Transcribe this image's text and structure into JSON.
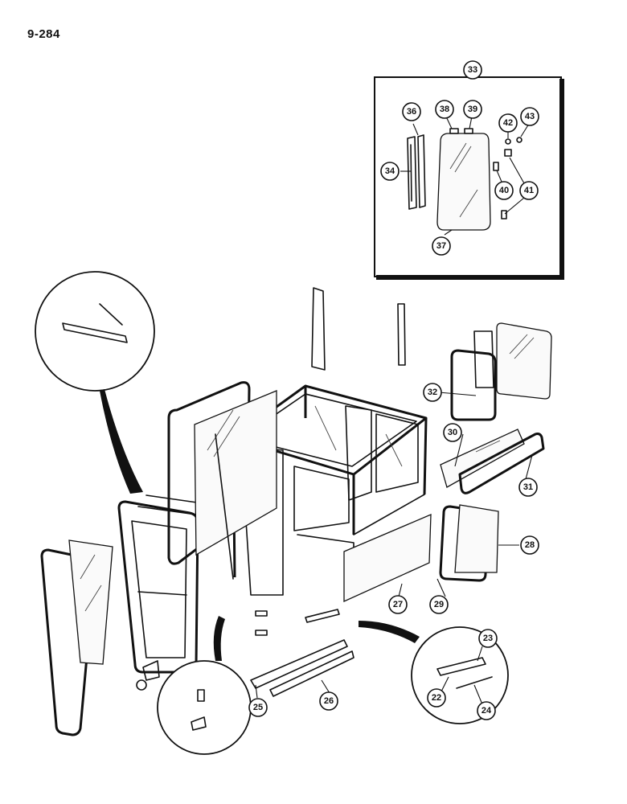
{
  "page_number": "9-284",
  "callouts": [
    {
      "id": "c22",
      "label": "22"
    },
    {
      "id": "c23",
      "label": "23"
    },
    {
      "id": "c24",
      "label": "24"
    },
    {
      "id": "c25",
      "label": "25"
    },
    {
      "id": "c26",
      "label": "26"
    },
    {
      "id": "c27",
      "label": "27"
    },
    {
      "id": "c28",
      "label": "28"
    },
    {
      "id": "c29",
      "label": "29"
    },
    {
      "id": "c30",
      "label": "30"
    },
    {
      "id": "c31",
      "label": "31"
    },
    {
      "id": "c32",
      "label": "32"
    },
    {
      "id": "c33",
      "label": "33"
    },
    {
      "id": "c34",
      "label": "34"
    },
    {
      "id": "c36",
      "label": "36"
    },
    {
      "id": "c37",
      "label": "37"
    },
    {
      "id": "c38",
      "label": "38"
    },
    {
      "id": "c39",
      "label": "39"
    },
    {
      "id": "c40",
      "label": "40"
    },
    {
      "id": "c41",
      "label": "41"
    },
    {
      "id": "c42",
      "label": "42"
    },
    {
      "id": "c43",
      "label": "43"
    }
  ]
}
